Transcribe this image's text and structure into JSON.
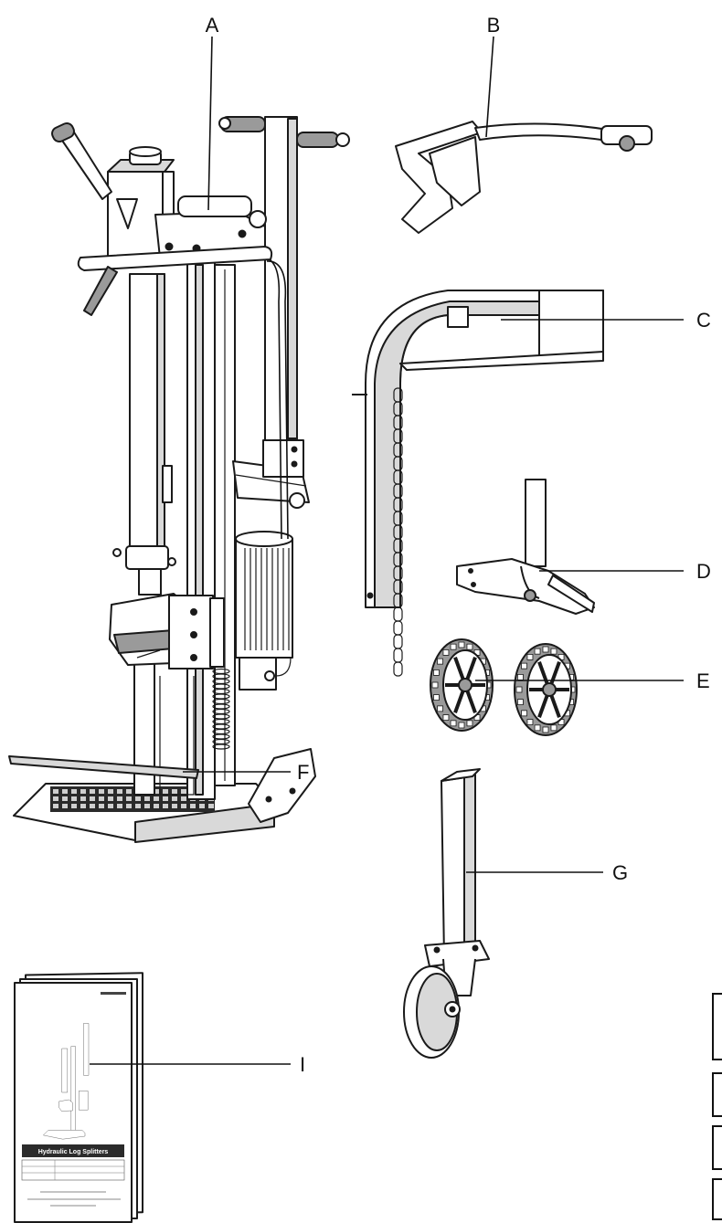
{
  "labels": {
    "A": "A",
    "B": "B",
    "C": "C",
    "D": "D",
    "E": "E",
    "F": "F",
    "G": "G",
    "I": "I"
  },
  "manual": {
    "title": "Hydraulic Log Splitters"
  },
  "colors": {
    "line": "#1a1a1a",
    "background": "#ffffff",
    "shade": "#d9d9d9"
  }
}
